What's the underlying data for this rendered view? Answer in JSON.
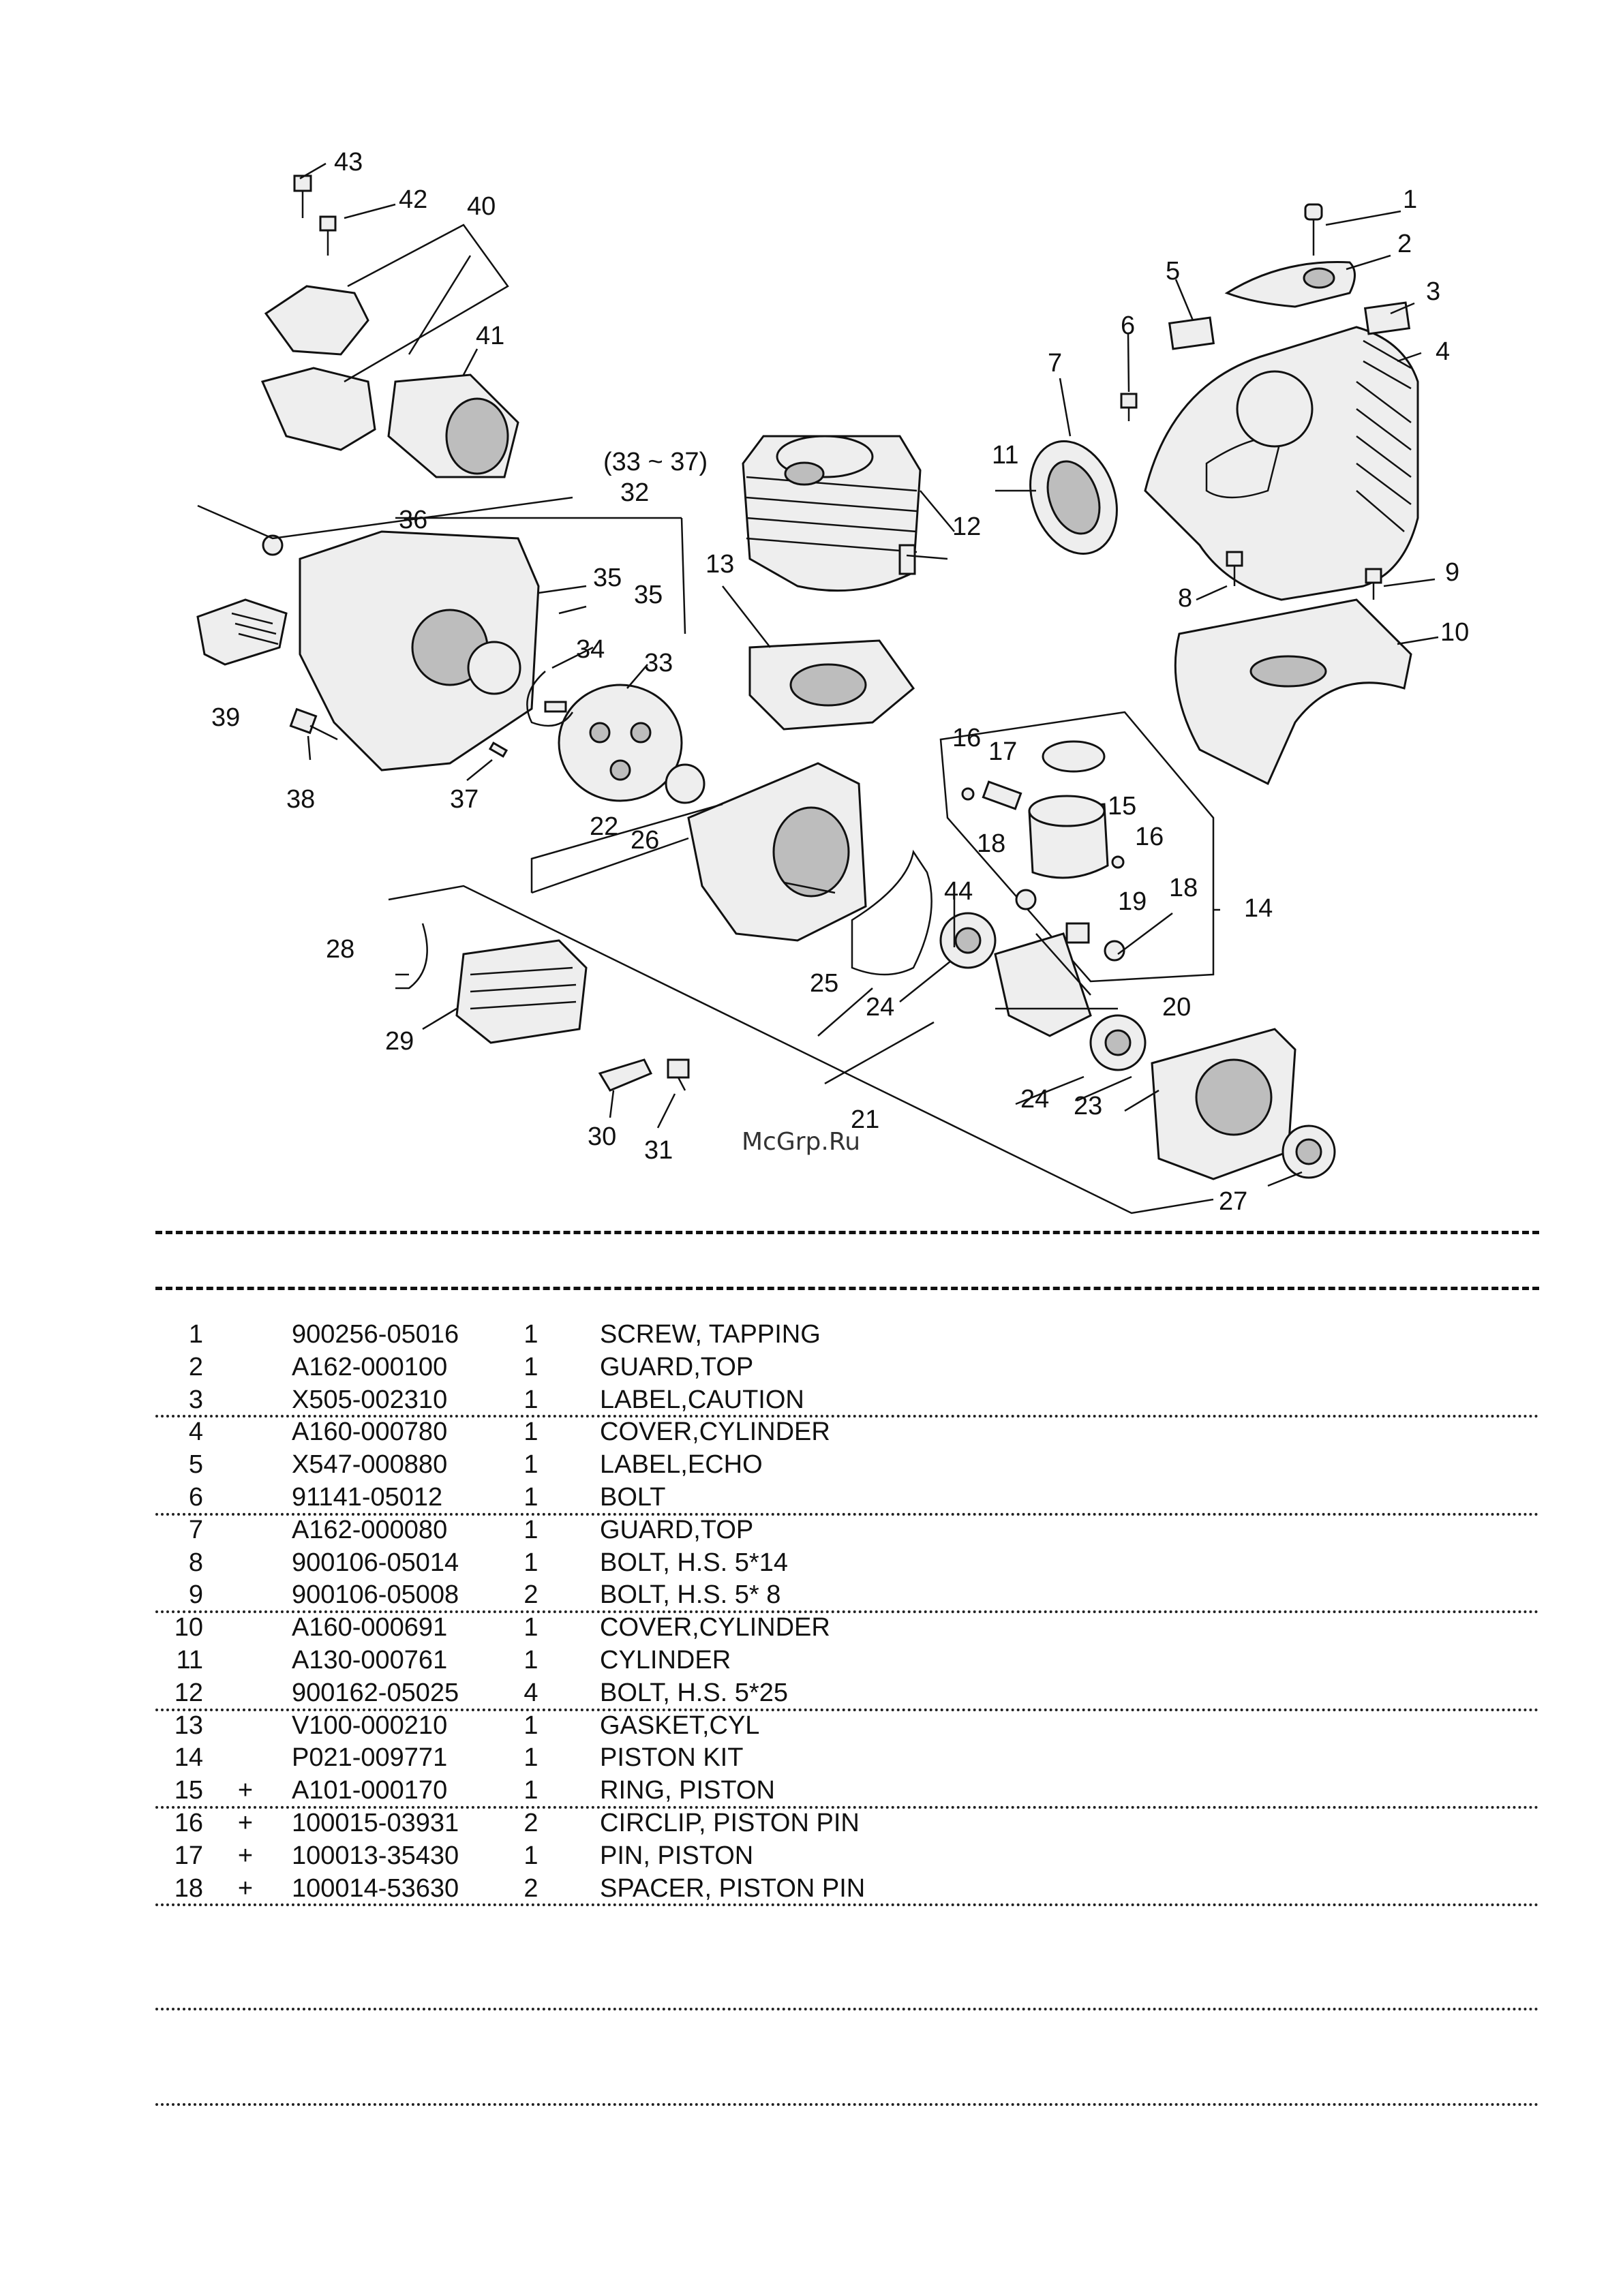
{
  "diagram": {
    "callouts": [
      "1",
      "2",
      "3",
      "4",
      "5",
      "6",
      "7",
      "8",
      "9",
      "10",
      "11",
      "12",
      "13",
      "14",
      "15",
      "16",
      "16",
      "17",
      "18",
      "18",
      "19",
      "20",
      "21",
      "22",
      "23",
      "24",
      "24",
      "25",
      "26",
      "27",
      "28",
      "29",
      "30",
      "31",
      "32",
      "33",
      "34",
      "35",
      "35",
      "36",
      "37",
      "38",
      "39",
      "40",
      "41",
      "42",
      "43",
      "44"
    ],
    "group_label": "(33 ~ 37)"
  },
  "watermark": "McGrp.Ru",
  "parts": [
    {
      "no": "1",
      "mark": "",
      "part": "900256-05016",
      "qty": "1",
      "desc": "SCREW, TAPPING"
    },
    {
      "no": "2",
      "mark": "",
      "part": "A162-000100",
      "qty": "1",
      "desc": "GUARD,TOP"
    },
    {
      "no": "3",
      "mark": "",
      "part": "X505-002310",
      "qty": "1",
      "desc": "LABEL,CAUTION"
    },
    {
      "no": "4",
      "mark": "",
      "part": "A160-000780",
      "qty": "1",
      "desc": "COVER,CYLINDER"
    },
    {
      "no": "5",
      "mark": "",
      "part": "X547-000880",
      "qty": "1",
      "desc": "LABEL,ECHO"
    },
    {
      "no": "6",
      "mark": "",
      "part": "91141-05012",
      "qty": "1",
      "desc": "BOLT"
    },
    {
      "no": "7",
      "mark": "",
      "part": "A162-000080",
      "qty": "1",
      "desc": "GUARD,TOP"
    },
    {
      "no": "8",
      "mark": "",
      "part": "900106-05014",
      "qty": "1",
      "desc": "BOLT, H.S.  5*14"
    },
    {
      "no": "9",
      "mark": "",
      "part": "900106-05008",
      "qty": "2",
      "desc": "BOLT, H.S.  5* 8"
    },
    {
      "no": "10",
      "mark": "",
      "part": "A160-000691",
      "qty": "1",
      "desc": "COVER,CYLINDER"
    },
    {
      "no": "11",
      "mark": "",
      "part": "A130-000761",
      "qty": "1",
      "desc": "CYLINDER"
    },
    {
      "no": "12",
      "mark": "",
      "part": "900162-05025",
      "qty": "4",
      "desc": "BOLT, H.S.  5*25"
    },
    {
      "no": "13",
      "mark": "",
      "part": "V100-000210",
      "qty": "1",
      "desc": "GASKET,CYL"
    },
    {
      "no": "14",
      "mark": "",
      "part": "P021-009771",
      "qty": "1",
      "desc": "PISTON KIT"
    },
    {
      "no": "15",
      "mark": "+",
      "part": "A101-000170",
      "qty": "1",
      "desc": "RING, PISTON"
    },
    {
      "no": "16",
      "mark": "+",
      "part": "100015-03931",
      "qty": "2",
      "desc": "CIRCLIP, PISTON PIN"
    },
    {
      "no": "17",
      "mark": "+",
      "part": "100013-35430",
      "qty": "1",
      "desc": "PIN, PISTON"
    },
    {
      "no": "18",
      "mark": "+",
      "part": "100014-53630",
      "qty": "2",
      "desc": "SPACER, PISTON PIN"
    }
  ]
}
